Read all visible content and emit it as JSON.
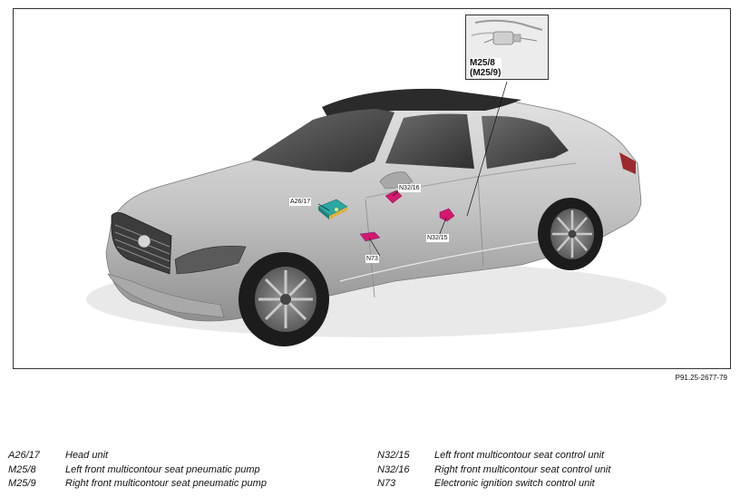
{
  "figure": {
    "id": "P91.25-2677-79",
    "callouts": {
      "a26_17": "A26/17",
      "n32_16": "N32/16",
      "n32_15": "N32/15",
      "n73": "N73"
    },
    "inset": {
      "label_line1": "M25/8",
      "label_line2": "(M25/9)"
    },
    "colors": {
      "body_paint": "#bdbdbd",
      "component_magenta": "#d4186f",
      "head_unit": "#2aa7a3"
    }
  },
  "legend": {
    "left": [
      {
        "code": "A26/17",
        "desc": "Head unit"
      },
      {
        "code": "M25/8",
        "desc": "Left front multicontour seat pneumatic pump"
      },
      {
        "code": "M25/9",
        "desc": "Right front multicontour seat pneumatic pump"
      }
    ],
    "right": [
      {
        "code": "N32/15",
        "desc": "Left front multicontour seat control unit"
      },
      {
        "code": "N32/16",
        "desc": "Right front multicontour seat control unit"
      },
      {
        "code": "N73",
        "desc": "Electronic ignition switch control unit"
      }
    ]
  }
}
